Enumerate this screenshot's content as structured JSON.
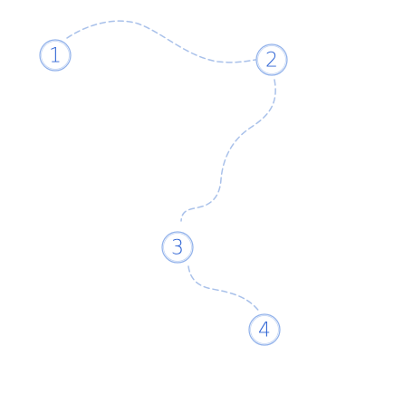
{
  "puzzle": {
    "nodes": [
      {
        "label": "1"
      },
      {
        "label": "2"
      },
      {
        "label": "3"
      },
      {
        "label": "4"
      }
    ]
  },
  "colors": {
    "background": "#ffffff",
    "path": "#a9c1ea",
    "ring": "#8fb0ea",
    "label": "#2d63d4"
  }
}
